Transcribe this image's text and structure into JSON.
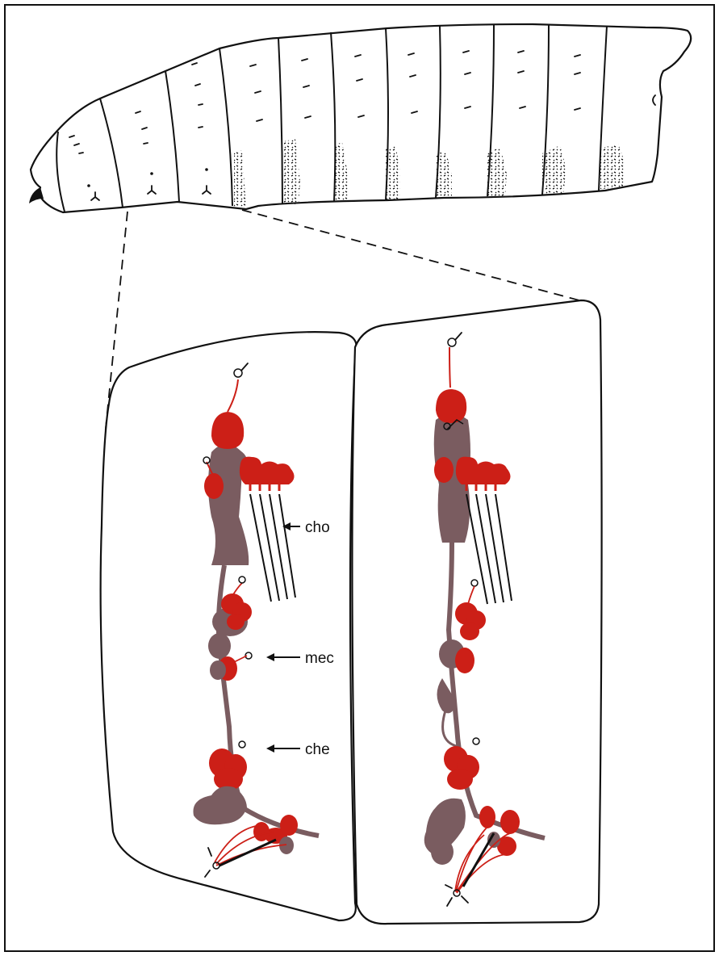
{
  "labels": {
    "cho": "cho",
    "mec": "mec",
    "che": "che"
  },
  "colors": {
    "neuron_red": "#cc1f17",
    "neuron_grey": "#7a5c60",
    "outline": "#111111",
    "background": "#ffffff"
  }
}
